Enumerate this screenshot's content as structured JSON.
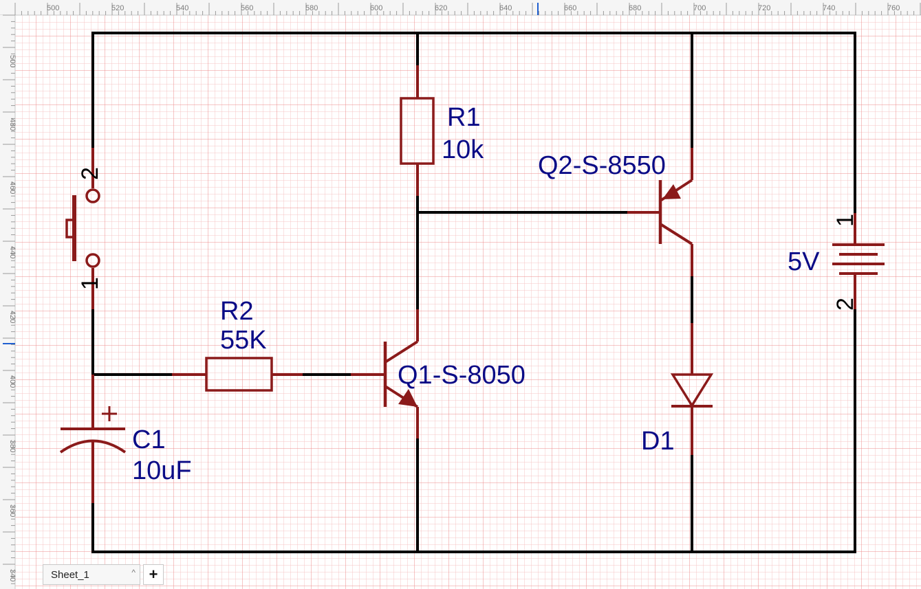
{
  "colors": {
    "wire": "#000000",
    "component": "#8b1a1a",
    "label": "#0b0b86",
    "grid_minor": "#f5c4c4",
    "grid_major": "#ec8c8c",
    "ruler_bg": "#f5f5f5",
    "ruler_marker": "#1f5fd0"
  },
  "ruler": {
    "top": [
      "500",
      "520",
      "540",
      "560",
      "580",
      "600",
      "620",
      "640",
      "660",
      "680",
      "700",
      "720",
      "740",
      "760"
    ],
    "left": [
      "500",
      "480",
      "460",
      "440",
      "420",
      "400",
      "380",
      "360",
      "340"
    ]
  },
  "components": {
    "R1": {
      "ref": "R1",
      "value": "10k"
    },
    "R2": {
      "ref": "R2",
      "value": "55K"
    },
    "C1": {
      "ref": "C1",
      "value": "10uF",
      "polarity": "+"
    },
    "Q1": {
      "ref": "Q1-S-8050"
    },
    "Q2": {
      "ref": "Q2-S-8550"
    },
    "D1": {
      "ref": "D1"
    },
    "battery": {
      "value": "5V",
      "pin1": "1",
      "pin2": "2"
    },
    "switch": {
      "pin1": "1",
      "pin2": "2"
    }
  },
  "sheet_tabs": {
    "active": "Sheet_1",
    "chevron": "^",
    "add_label": "+"
  }
}
